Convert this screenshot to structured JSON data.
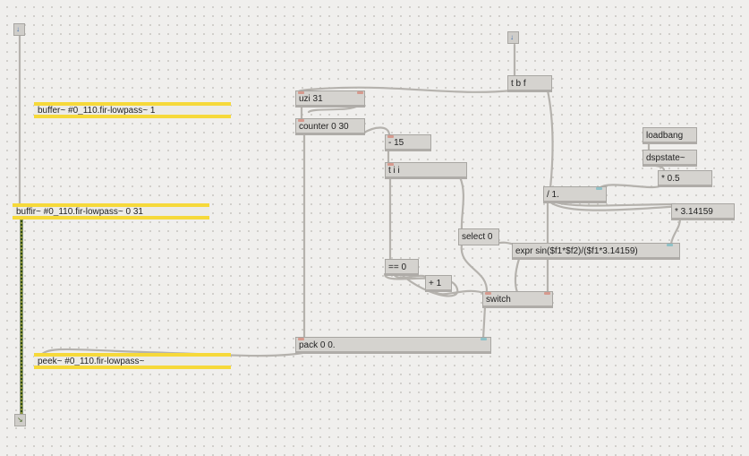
{
  "patch": {
    "objects": {
      "buffer": "buffer~ #0_110.fir-lowpass~ 1",
      "buffir": "buffir~ #0_110.fir-lowpass~ 0 31",
      "peek": "peek~ #0_110.fir-lowpass~",
      "uzi": "uzi 31",
      "counter": "counter 0 30",
      "minus": "- 15",
      "tii": "t i i",
      "select": "select 0",
      "eq": "== 0",
      "plus": "+ 1",
      "switch": "switch",
      "pack": "pack 0 0.",
      "tbf": "t b f",
      "loadbang": "loadbang",
      "dspstate": "dspstate~",
      "times05": "* 0.5",
      "div1": "/ 1.",
      "timespi": "* 3.14159",
      "expr": "expr sin($f1*$f2)/($f1*3.14159)"
    },
    "inlets": {
      "left_arrow": "↓",
      "right_arrow": "↓"
    },
    "outlet": {
      "label": "↘"
    }
  },
  "colors": {
    "wire": "#b5b2ad",
    "signal_wire": "#4d6b2c",
    "highlight": "#f6d93a"
  }
}
